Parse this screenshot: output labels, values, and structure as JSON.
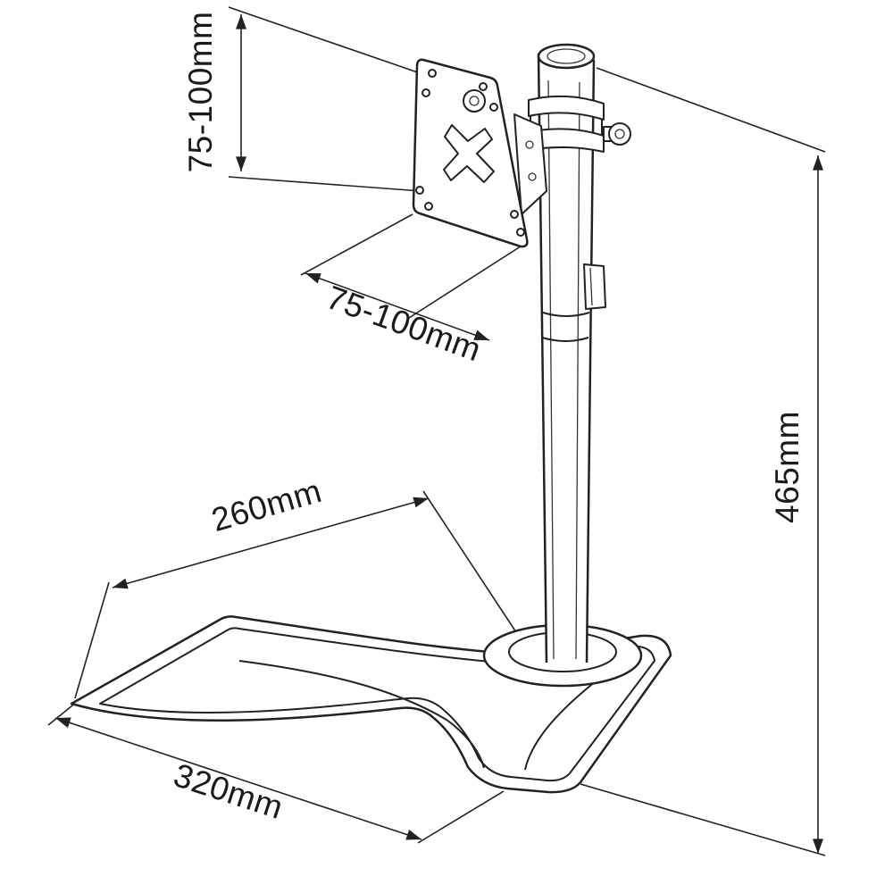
{
  "diagram": {
    "labels": {
      "vesa_vertical": "75-100mm",
      "vesa_horizontal": "75-100mm",
      "base_depth": "260mm",
      "base_width": "320mm",
      "pole_height": "465mm"
    },
    "colors": {
      "line": "#222222",
      "text": "#1a1a1a",
      "background": "#ffffff"
    }
  }
}
